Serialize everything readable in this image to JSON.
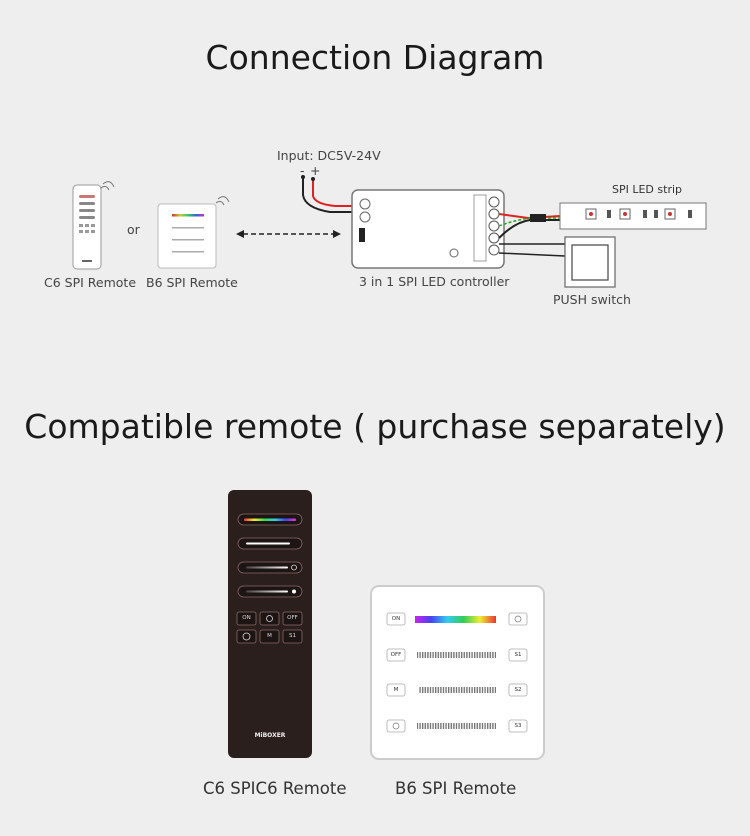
{
  "titles": {
    "connection": "Connection Diagram",
    "compatible": "Compatible remote ( purchase separately)"
  },
  "diagram": {
    "c6_label": "C6 SPI Remote",
    "or": "or",
    "b6_label": "B6 SPI Remote",
    "input": "Input: DC5V-24V",
    "minus": "-",
    "plus": "+",
    "controller": "3 in 1 SPI LED controller",
    "strip": "SPI  LED strip",
    "push": "PUSH switch"
  },
  "remote_c6": {
    "buttons": [
      "ON",
      "OFF",
      "M",
      "S1"
    ],
    "brand": "MiBOXER",
    "caption": "C6 SPIC6 Remote"
  },
  "remote_b6": {
    "buttons": [
      "ON",
      "OFF",
      "M",
      ""
    ],
    "right_buttons": [
      "",
      "S1",
      "S2",
      "S3"
    ],
    "caption": "B6 SPI Remote"
  },
  "colors": {
    "background": "#eeeeee",
    "c6_body": "#2a1f1d",
    "b6_body": "#ffffff"
  }
}
